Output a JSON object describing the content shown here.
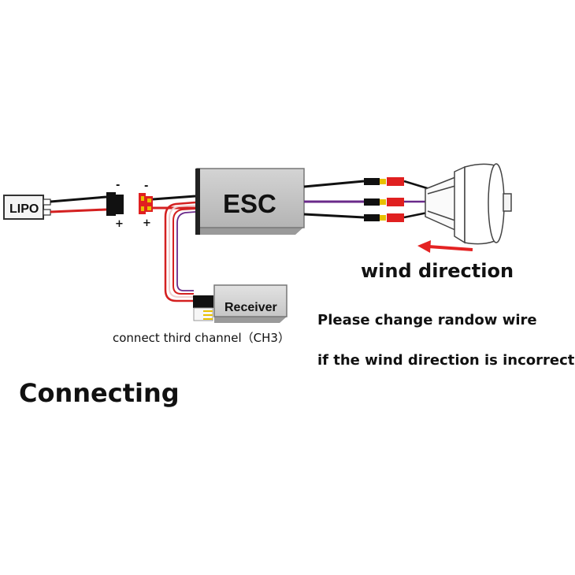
{
  "labels": {
    "lipo": "LIPO",
    "esc": "ESC",
    "receiver": "Receiver",
    "minus": "-",
    "plus": "+",
    "wind_direction": "wind direction",
    "change_wire": "Please change randow wire",
    "if_incorrect": "if the wind direction is incorrect",
    "connect_channel": "connect third channel（CH3）",
    "title": "Connecting"
  },
  "colors": {
    "wire_red": "#d42020",
    "wire_black": "#111111",
    "wire_purple": "#6a2a8a",
    "connector_red": "#e02020",
    "connector_yellow": "#e8c000",
    "arrow_red": "#e42222",
    "esc_body": "#c8c8c8",
    "receiver_body": "#d8d8d8"
  }
}
